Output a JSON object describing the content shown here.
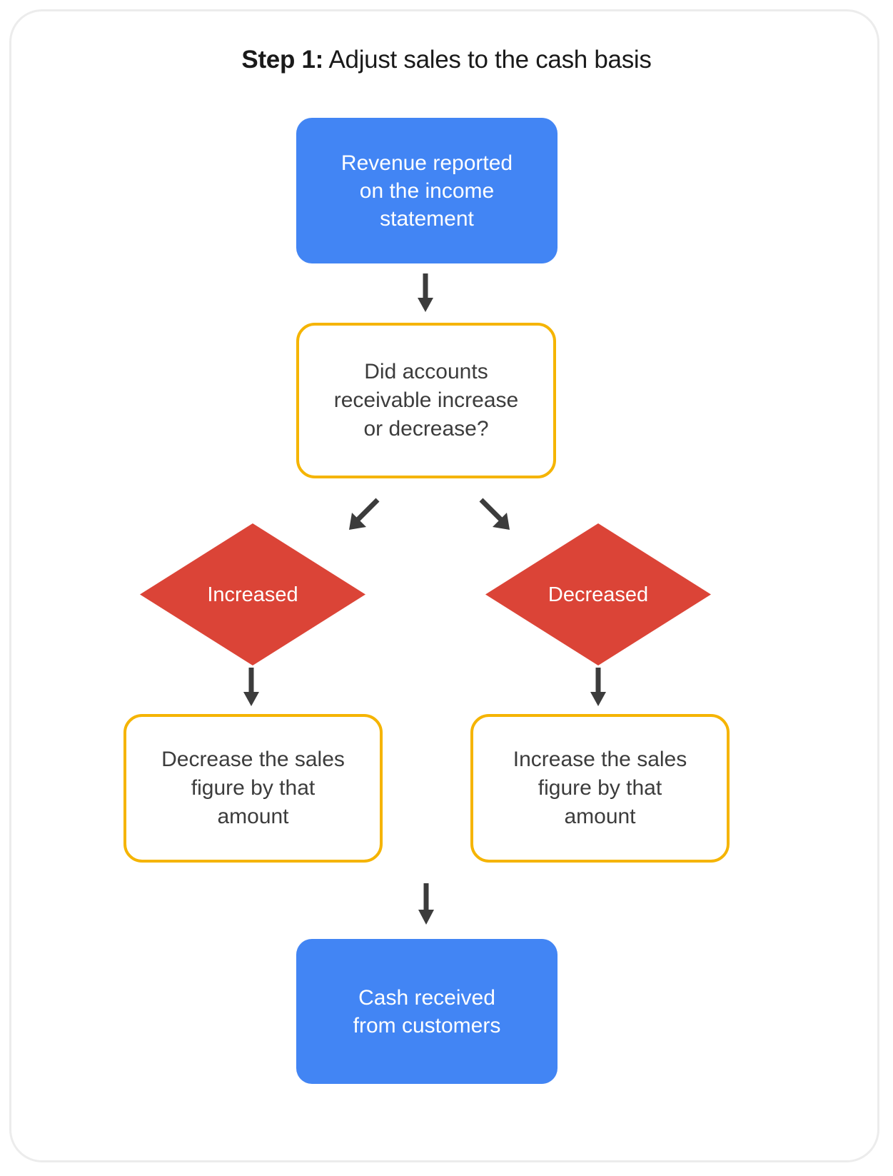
{
  "title": {
    "bold_prefix": "Step 1:",
    "rest": " Adjust sales to the cash basis"
  },
  "colors": {
    "blue": "#4285F4",
    "yellow": "#F5B400",
    "red": "#DB4437",
    "text_dark": "#3C3C3C",
    "text_light": "#FFFFFF",
    "card_border": "#ECECEC",
    "arrow": "#3C3C3C"
  },
  "flowchart": {
    "type": "flowchart",
    "nodes": [
      {
        "id": "revenue",
        "label": "Revenue reported\non the income\nstatement",
        "shape": "rounded-rect",
        "style": "blue-filled"
      },
      {
        "id": "question",
        "label": "Did accounts\nreceivable increase\nor decrease?",
        "shape": "rounded-rect",
        "style": "yellow-outline"
      },
      {
        "id": "increased",
        "label": "Increased",
        "shape": "diamond",
        "style": "red-filled"
      },
      {
        "id": "decreased",
        "label": "Decreased",
        "shape": "diamond",
        "style": "red-filled"
      },
      {
        "id": "decrease-sales",
        "label": "Decrease the sales\nfigure by that\namount",
        "shape": "rounded-rect",
        "style": "yellow-outline"
      },
      {
        "id": "increase-sales",
        "label": "Increase the sales\nfigure by that\namount",
        "shape": "rounded-rect",
        "style": "yellow-outline"
      },
      {
        "id": "cash",
        "label": "Cash received\nfrom customers",
        "shape": "rounded-rect",
        "style": "blue-filled"
      }
    ],
    "edges": [
      {
        "from": "revenue",
        "to": "question",
        "direction": "down"
      },
      {
        "from": "question",
        "to": "increased",
        "direction": "down-left"
      },
      {
        "from": "question",
        "to": "decreased",
        "direction": "down-right"
      },
      {
        "from": "increased",
        "to": "decrease-sales",
        "direction": "down"
      },
      {
        "from": "decreased",
        "to": "increase-sales",
        "direction": "down"
      },
      {
        "from": "decrease-sales",
        "to": "cash",
        "direction": "down"
      }
    ]
  }
}
